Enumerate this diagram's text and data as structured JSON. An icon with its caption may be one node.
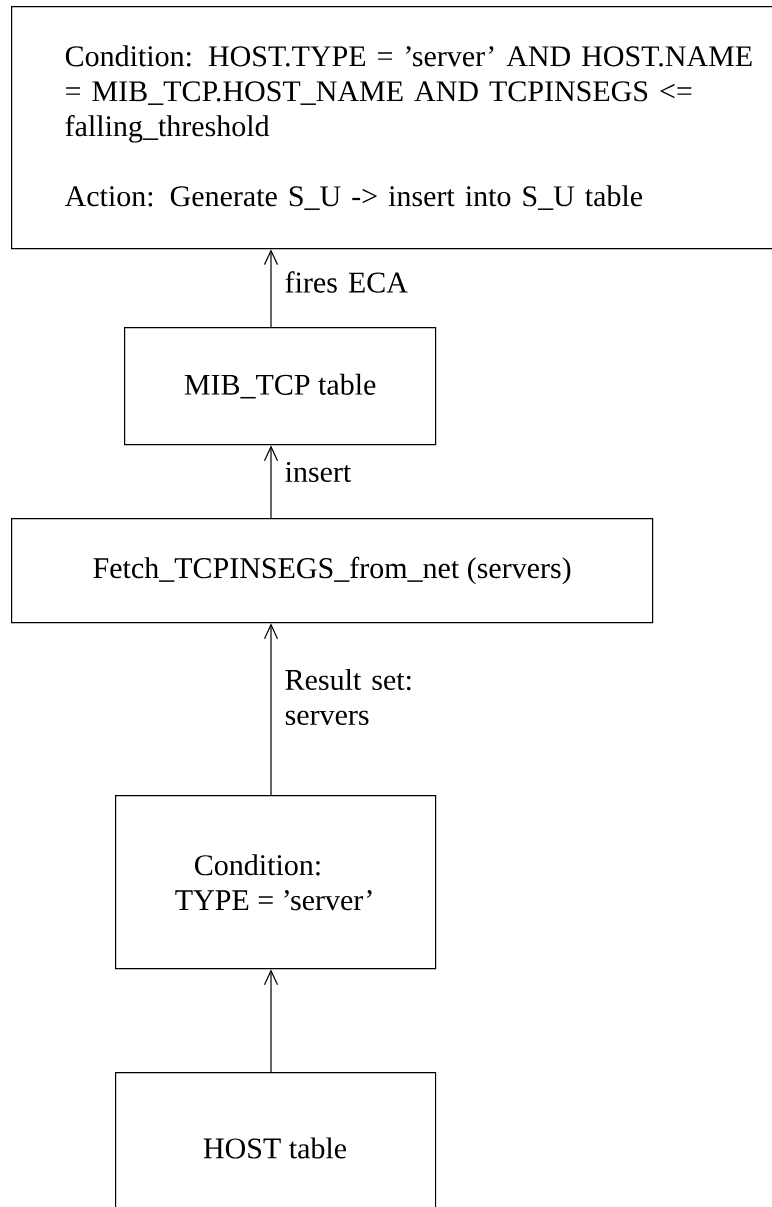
{
  "diagram": {
    "nodes": [
      {
        "text": [
          "Condition: HOST.TYPE = ’server’ AND HOST.NAME = MIB_TCP.HOST_NAME AND TCPINSEGS <= falling_threshold",
          "Action: Generate S_U -> insert into S_U table"
        ]
      },
      {
        "text": [
          "MIB_TCP table"
        ]
      },
      {
        "text": [
          "Fetch_TCPINSEGS_from_net (servers)"
        ]
      },
      {
        "text": [
          "Condition:",
          "TYPE = ’server’"
        ]
      },
      {
        "text": [
          "HOST table"
        ]
      }
    ],
    "edges": [
      {
        "from": 1,
        "to": 0,
        "arrow": "to",
        "label": "fires ECA"
      },
      {
        "from": 2,
        "to": 1,
        "arrow": "to",
        "label": "insert"
      },
      {
        "from": 3,
        "to": 2,
        "arrow": "to",
        "label": "Result set: servers"
      },
      {
        "from": 4,
        "to": 3,
        "arrow": "to"
      }
    ]
  }
}
